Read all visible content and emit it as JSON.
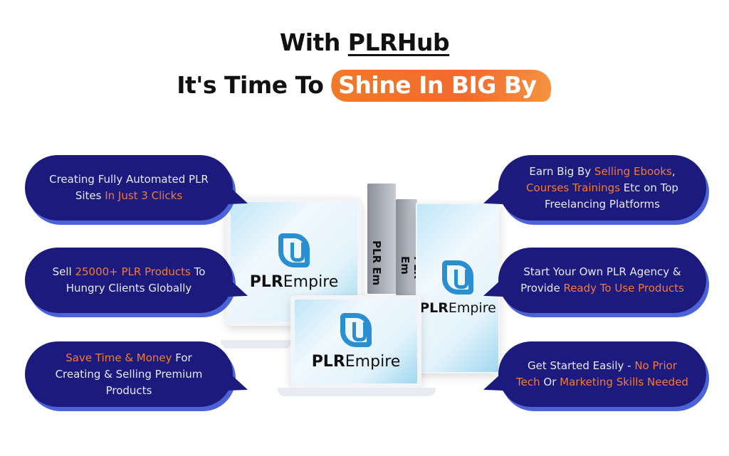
{
  "headline": {
    "line1_prefix": "With ",
    "line1_brand": "PLRHub",
    "line2_prefix": "It's Time To ",
    "line2_highlight": "Shine In BIG By"
  },
  "product": {
    "brand_bold": "PLR",
    "brand_regular": "Empire",
    "side_label": "PLR Em"
  },
  "colors": {
    "bubble": "#1c1a7c",
    "accent": "#f26a2e",
    "shadow": "#4b63d6",
    "logo": "#2a8fd0"
  },
  "bubbles": [
    {
      "a": "Creating Fully Automated PLR Sites ",
      "b": "In Just 3 Clicks",
      "c": ""
    },
    {
      "a": "Sell ",
      "b": "25000+ PLR Products",
      "c": " To Hungry Clients Globally"
    },
    {
      "a": "",
      "b": "Save Time & Money",
      "c": " For Creating & Selling Premium Products"
    },
    {
      "a": "Earn Big By ",
      "b": "Selling Ebooks",
      "c": ",",
      "b2": "Courses Trainings",
      "d": " Etc on Top Freelancing Platforms"
    },
    {
      "a": "Start Your Own PLR Agency & Provide ",
      "b": "Ready To Use Products",
      "c": ""
    },
    {
      "a": "Get Started Easily - ",
      "b": "No Prior Tech",
      "c": " Or ",
      "b2": "Marketing Skills Needed",
      "d": ""
    }
  ]
}
